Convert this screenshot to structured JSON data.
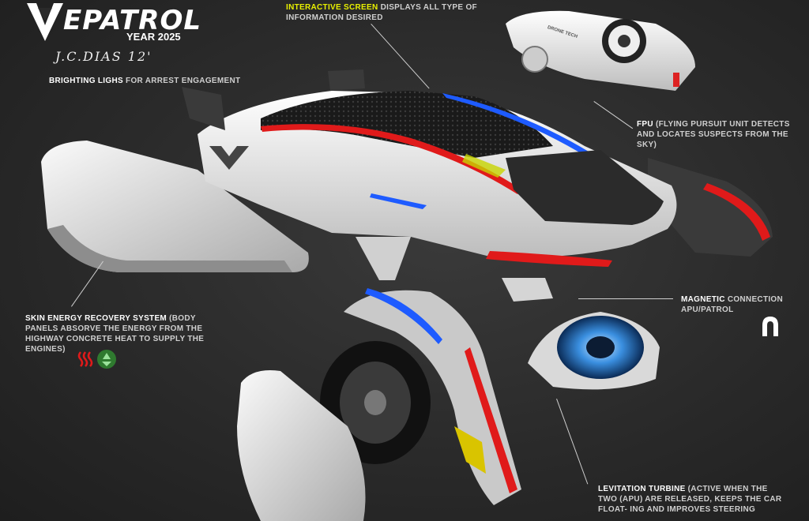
{
  "brand": {
    "title": "EPATROL",
    "year": "YEAR 2025",
    "signature": "J.C.DIAS 12'"
  },
  "callouts": {
    "screen": {
      "highlight": "INTERACTIVE SCREEN",
      "text": " DISPLAYS ALL TYPE OF INFORMATION DESIRED"
    },
    "lights": {
      "highlight": "BRIGHTING LIGHS",
      "text": " FOR ARREST ENGAGEMENT"
    },
    "fpu": {
      "highlight": "FPU",
      "text": " (FLYING PURSUIT UNIT DETECTS AND LOCATES SUSPECTS FROM THE SKY)"
    },
    "skin": {
      "highlight": "SKIN  ENERGY RECOVERY SYSTEM",
      "text": " (BODY PANELS ABSORVE THE ENERGY FROM THE HIGHWAY CONCRETE HEAT TO SUPPLY THE ENGINES)"
    },
    "magnetic": {
      "highlight": "MAGNETIC",
      "text": " CONNECTION APU/PATROL"
    },
    "levitation": {
      "highlight": "LEVITATION TURBINE",
      "text": " (ACTIVE WHEN THE TWO (APU) ARE RELEASED, KEEPS THE CAR FLOAT- ING AND IMPROVES STEERING"
    }
  },
  "drone_label": "DRONE TECH",
  "icons": {
    "heat": "heat-waves-icon",
    "recycle": "recycle-icon",
    "magnet": "magnet-icon"
  },
  "colors": {
    "background": "#2a2a2a",
    "accent_red": "#e01a1a",
    "accent_blue": "#1e5bff",
    "accent_yellow": "#e8f000",
    "body_white": "#f2f2f2"
  }
}
